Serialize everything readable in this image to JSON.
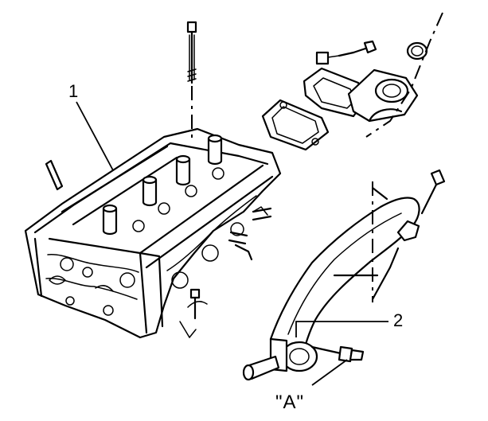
{
  "callouts": {
    "part1": "1",
    "part2": "2",
    "view_a": "\"A\""
  },
  "colors": {
    "ink": "#000000",
    "background": "#ffffff"
  }
}
